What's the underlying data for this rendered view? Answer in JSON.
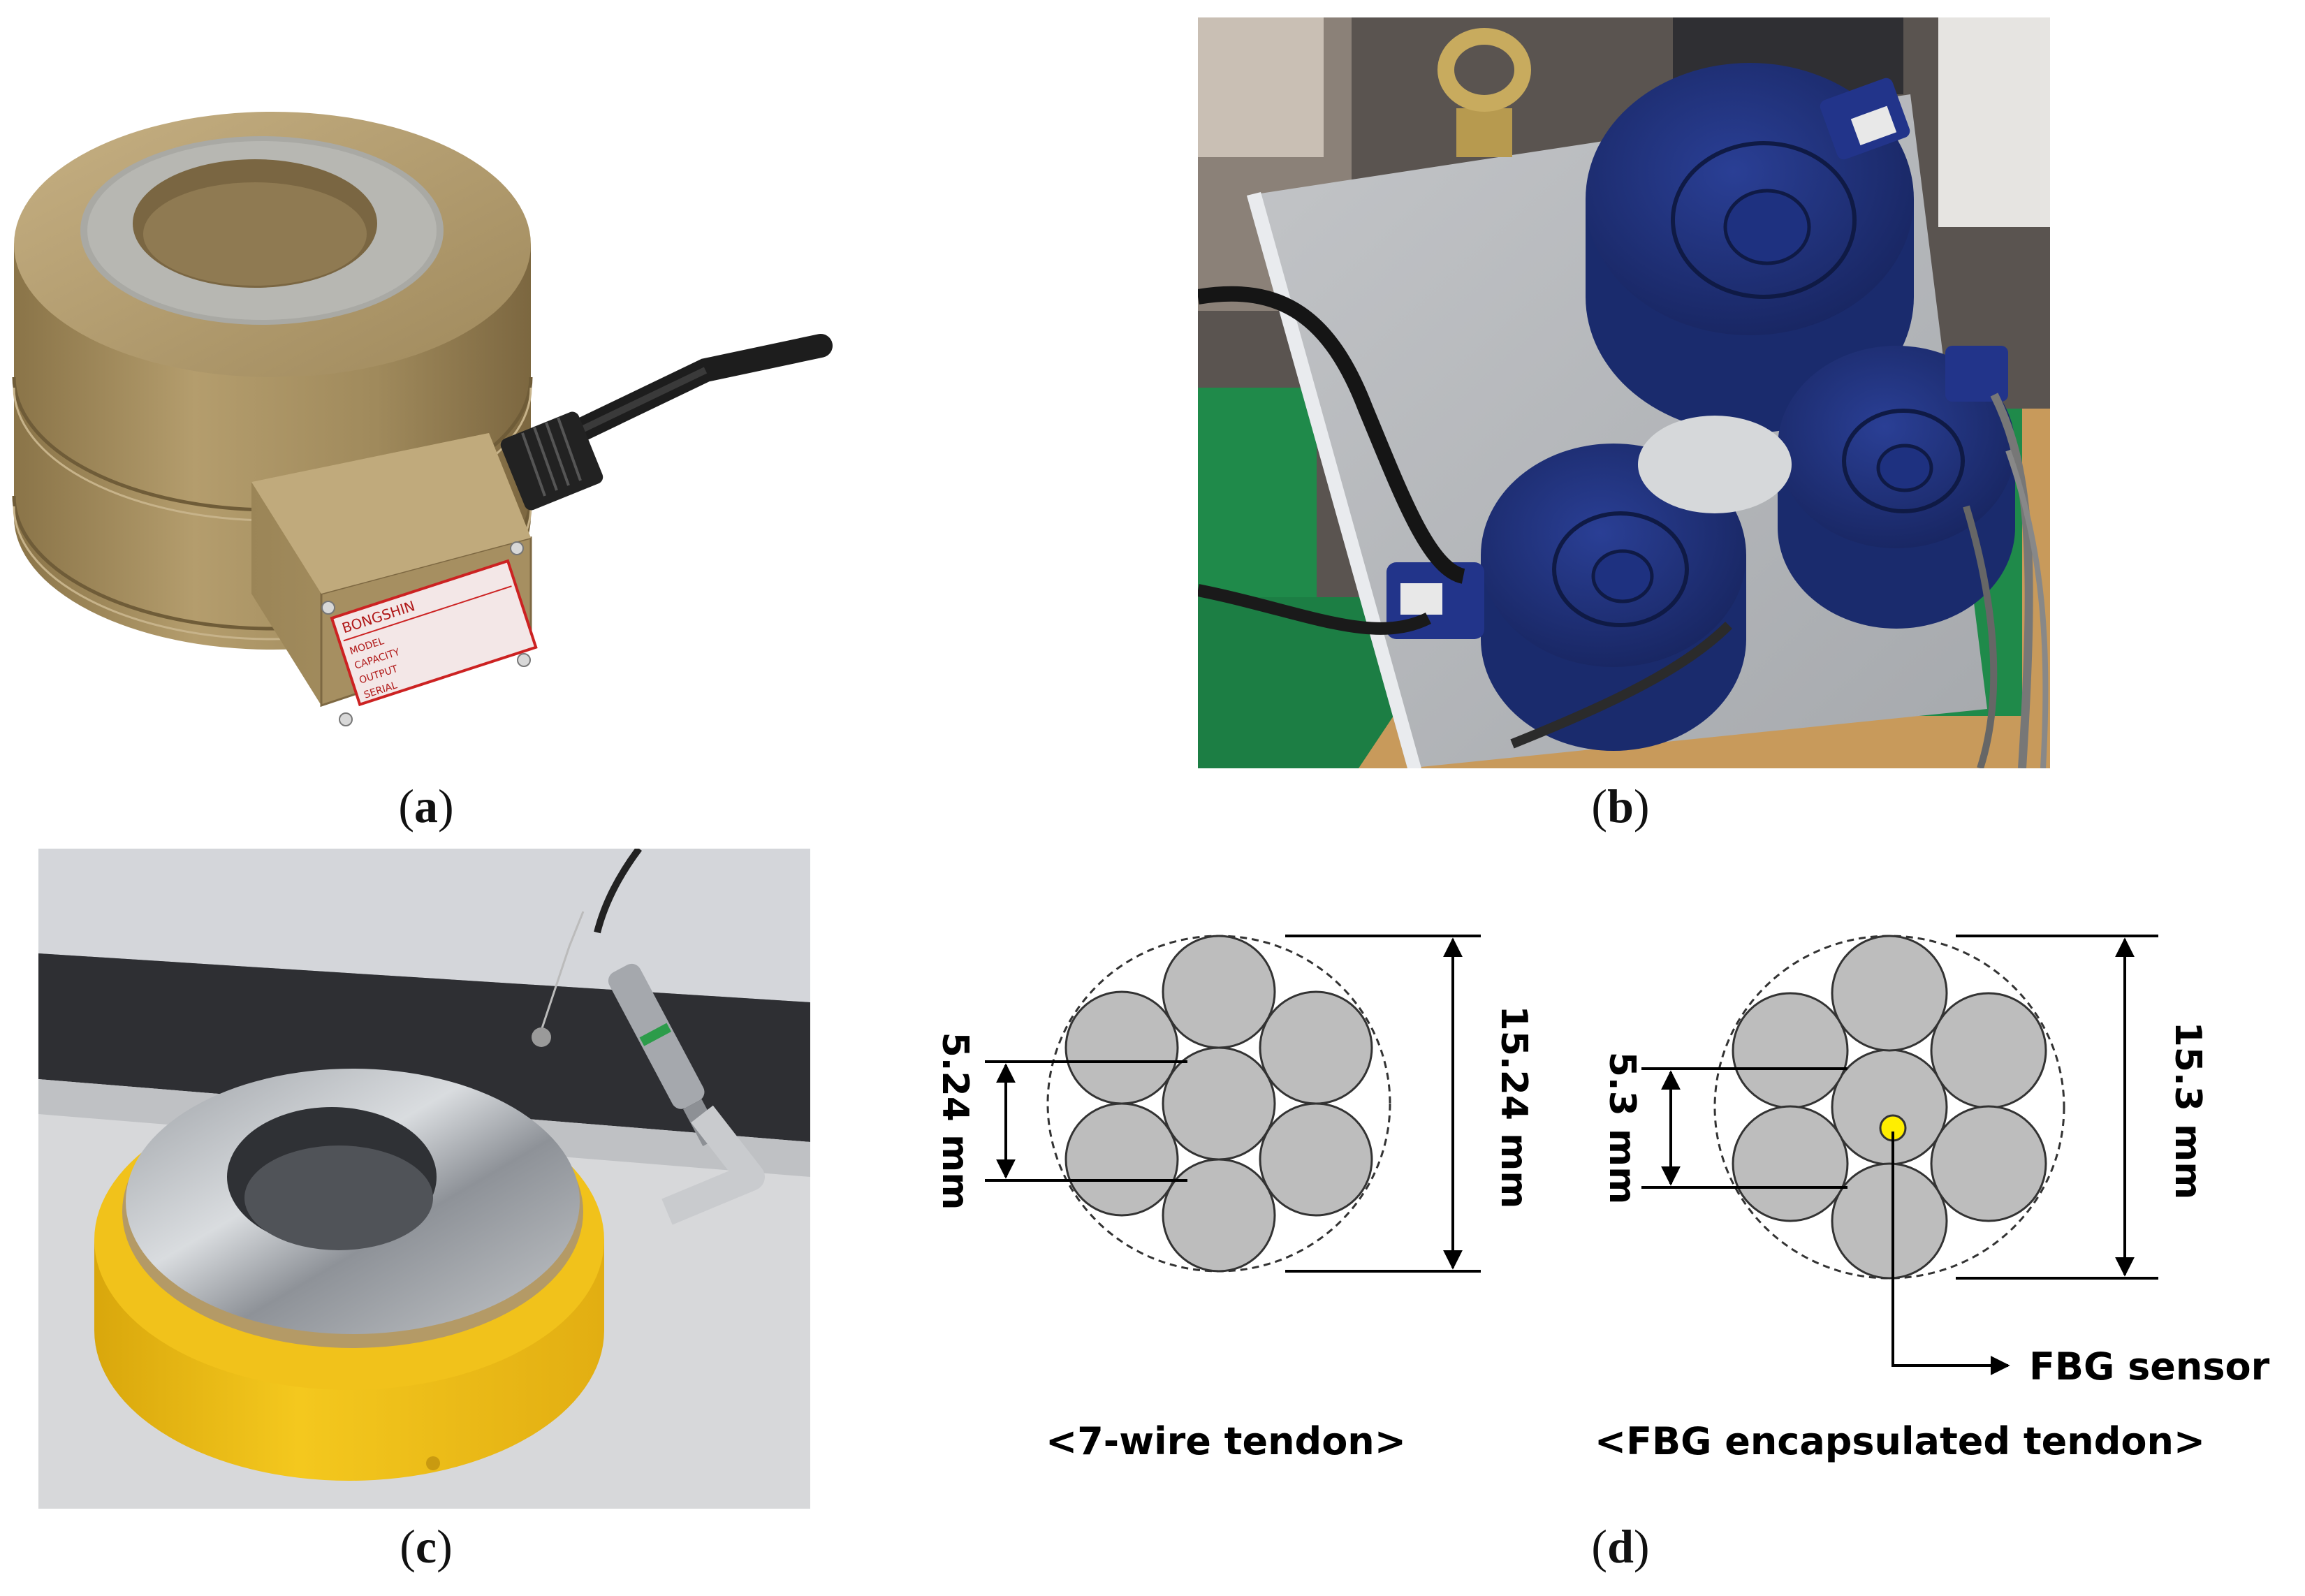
{
  "captions": {
    "a": "a",
    "b": "b",
    "c": "c",
    "d": "d"
  },
  "load_cell_label": {
    "brand": "BONGSHIN",
    "rows": [
      "MODEL",
      "CAPACITY",
      "OUTPUT",
      "SERIAL"
    ]
  },
  "diagram": {
    "left": {
      "wire_dim": "5.24 mm",
      "outer_dim": "15.24 mm",
      "title": "<7-wire tendon>"
    },
    "right": {
      "wire_dim": "5.3 mm",
      "outer_dim": "15.3 mm",
      "sensor_label": "FBG sensor",
      "title": "<FBG encapsulated tendon>"
    }
  },
  "colors": {
    "wire_fill": "#bdbdbd",
    "sensor_dot": "#ffee00",
    "load_cell_tan": "#a08a5c",
    "load_cell_blue": "#1c2e78",
    "ring_yellow": "#f1c21b"
  }
}
